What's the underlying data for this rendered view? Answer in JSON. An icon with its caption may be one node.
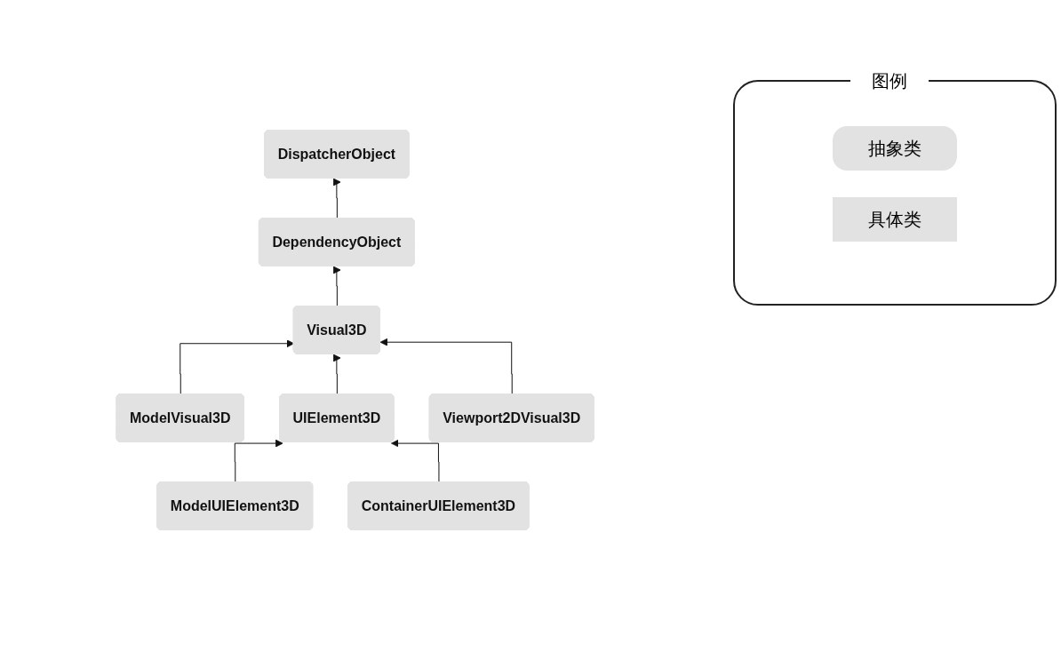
{
  "diagram": {
    "nodes": [
      {
        "text": [
          "DispatcherObject"
        ]
      },
      {
        "text": [
          "DependencyObject"
        ]
      },
      {
        "text": [
          "Visual3D"
        ]
      },
      {
        "text": [
          "ModelVisual3D"
        ]
      },
      {
        "text": [
          "UIElement3D"
        ]
      },
      {
        "text": [
          "Viewport2DVisual3D"
        ]
      },
      {
        "text": [
          "ModelUIElement3D"
        ]
      },
      {
        "text": [
          "ContainerUIElement3D"
        ]
      }
    ],
    "edges": [
      {
        "from": 1,
        "to": 0,
        "arrow": "to"
      },
      {
        "from": 2,
        "to": 1,
        "arrow": "to"
      },
      {
        "from": 3,
        "to": 2,
        "arrow": "to"
      },
      {
        "from": 4,
        "to": 2,
        "arrow": "to"
      },
      {
        "from": 5,
        "to": 2,
        "arrow": "to"
      },
      {
        "from": 6,
        "to": 4,
        "arrow": "to"
      },
      {
        "from": 7,
        "to": 4,
        "arrow": "to"
      }
    ],
    "labels": [
      "图例"
    ],
    "legend": [
      {
        "text": "抽象类"
      },
      {
        "text": "具体类"
      }
    ]
  }
}
